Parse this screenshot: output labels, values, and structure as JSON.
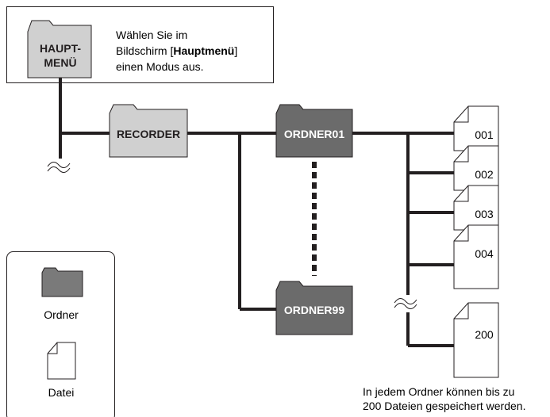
{
  "main_menu": {
    "folder_label_line1": "HAUPT-",
    "folder_label_line2": "MENÜ",
    "desc_line1": "Wählen Sie im",
    "desc_line2_prefix": "Bildschirm [",
    "desc_line2_bold": "Hauptmenü",
    "desc_line2_suffix": "]",
    "desc_line3": "einen Modus aus."
  },
  "recorder": {
    "label": "RECORDER"
  },
  "folders": {
    "first": "ORDNER01",
    "last": "ORDNER99"
  },
  "files": [
    "001",
    "002",
    "003",
    "004",
    "200"
  ],
  "legend": {
    "folder_label": "Ordner",
    "file_label": "Datei"
  },
  "note": {
    "line1": "In jedem Ordner können bis zu",
    "line2": "200 Dateien gespeichert werden."
  },
  "colors": {
    "line": "#231f20",
    "folder_light": "#d0d0d0",
    "folder_dark": "#6b6b6b",
    "folder_legend": "#7a7a7a",
    "file_fill": "#ffffff"
  }
}
